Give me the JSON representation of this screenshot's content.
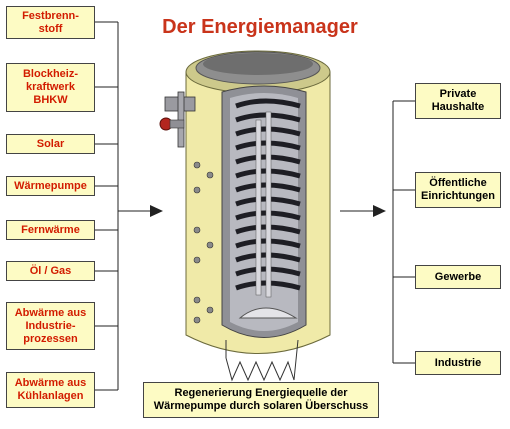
{
  "title": "Der Energiemanager",
  "sources": [
    "Festbrenn-\nstoff",
    "Blockheiz-\nkraftwerk\nBHKW",
    "Solar",
    "Wärmepumpe",
    "Fernwärme",
    "Öl / Gas",
    "Abwärme aus\nIndustrie-\nprozessen",
    "Abwärme aus\nKühlanlagen"
  ],
  "consumers": [
    "Private\nHaushalte",
    "Öffentliche\nEinrichtungen",
    "Gewerbe",
    "Industrie"
  ],
  "note": "Regenerierung Energiequelle der\nWärmepumpe durch solaren Überschuss",
  "colors": {
    "box_fill": "#fdfbc4",
    "source_text": "#d21c00",
    "title": "#c9341b",
    "tank_outer": "#f0eaa8"
  }
}
